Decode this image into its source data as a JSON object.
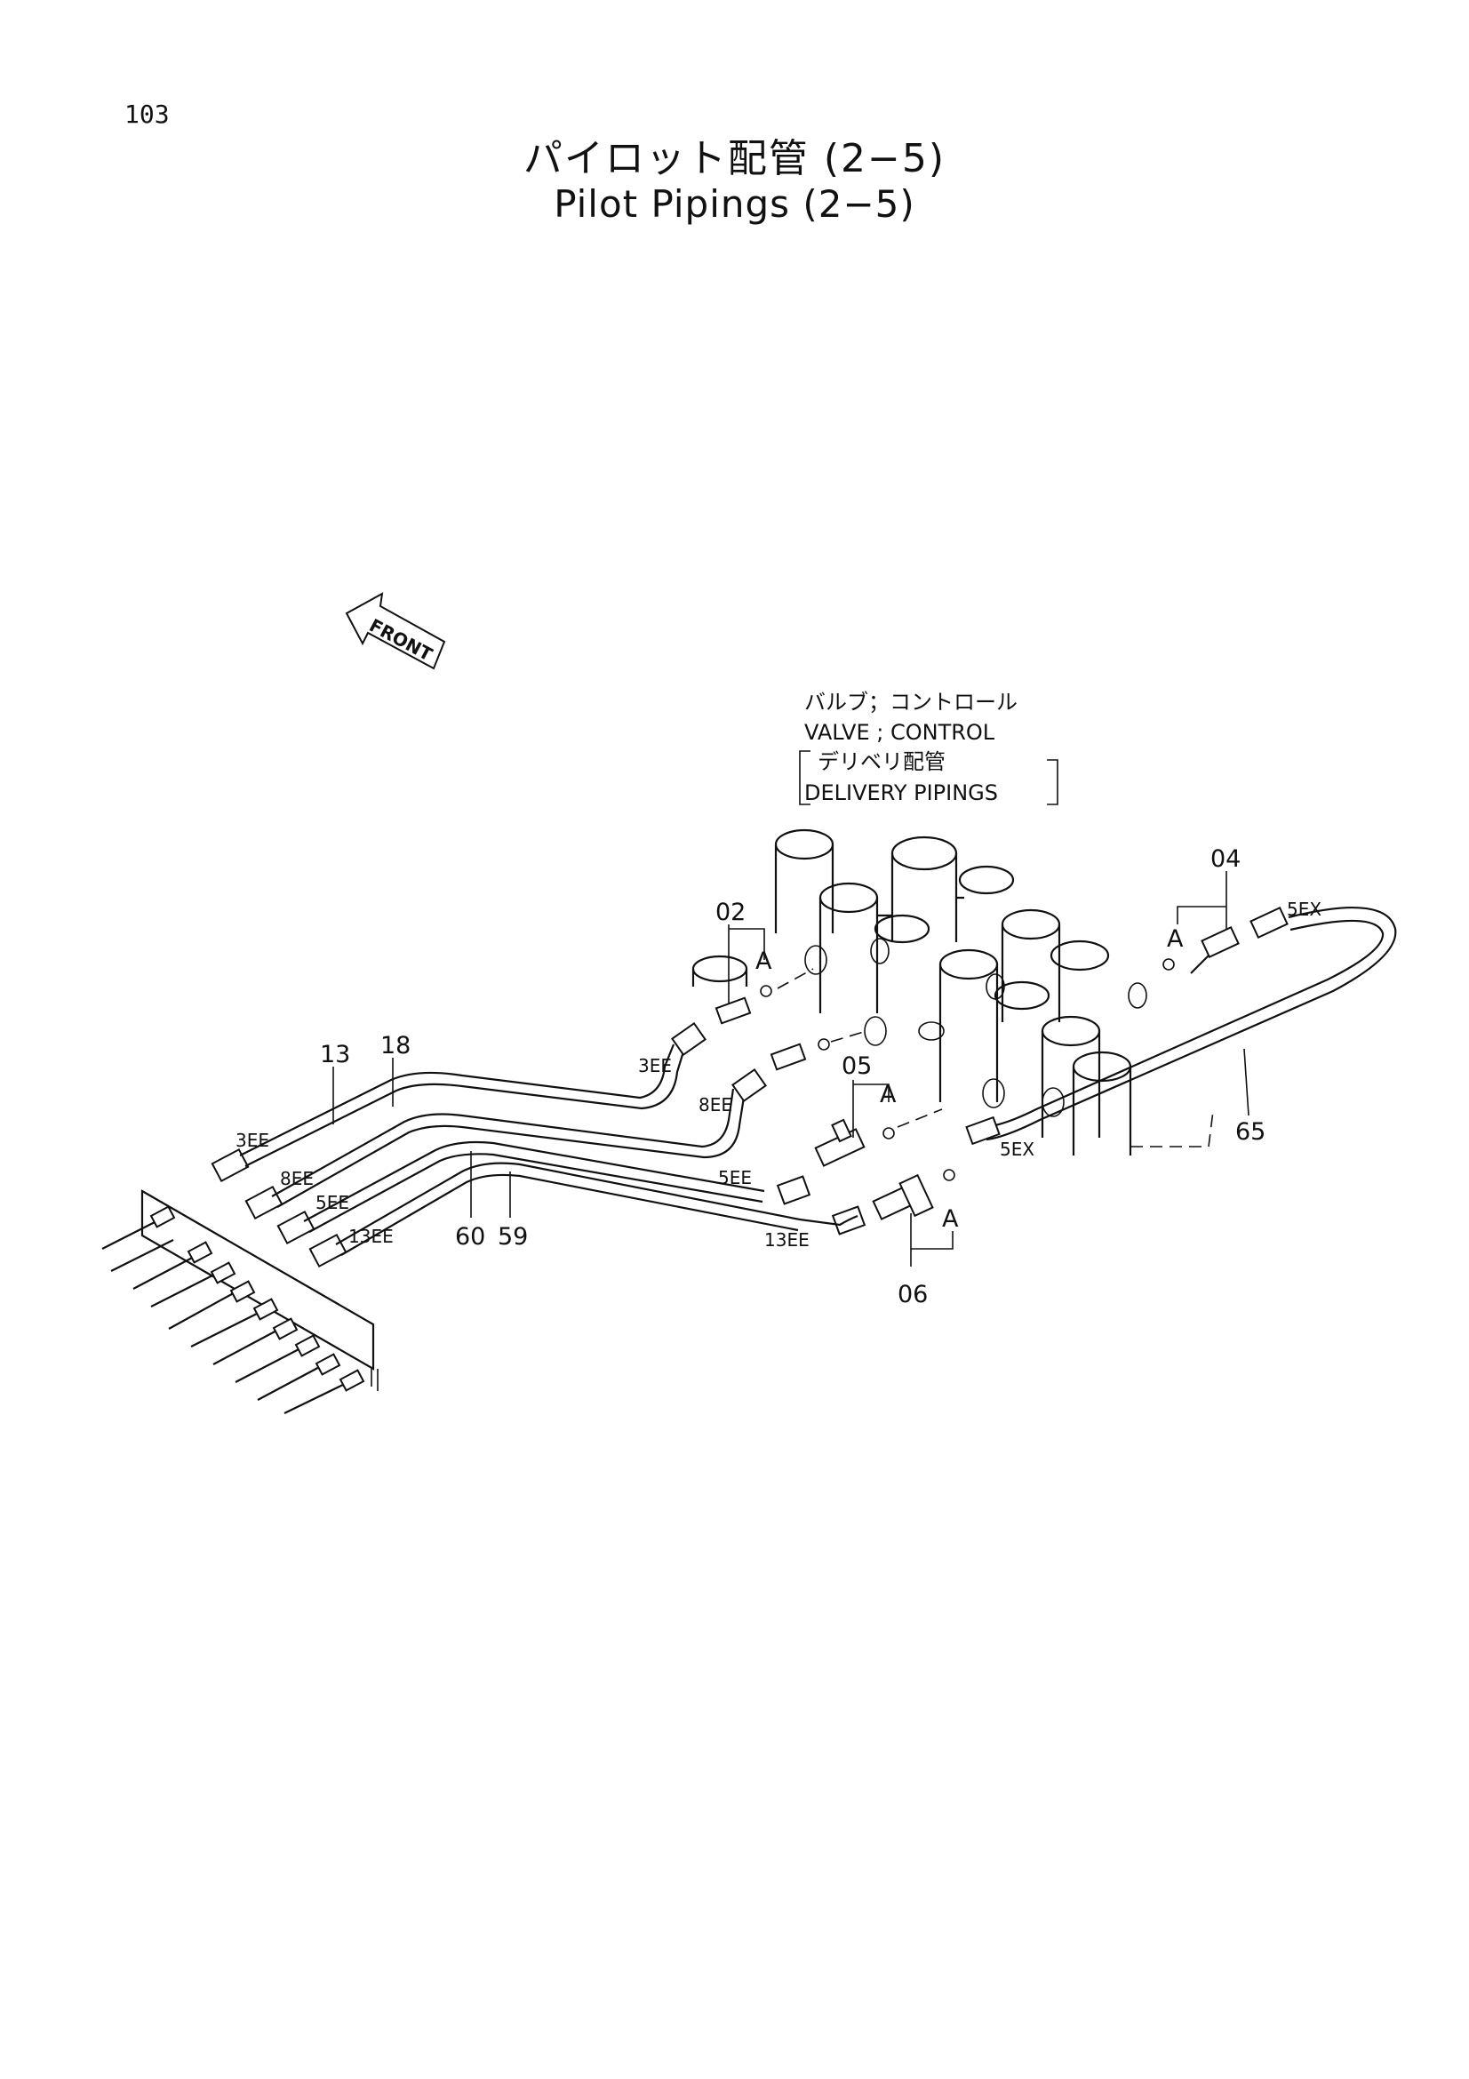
{
  "page_number": "103",
  "title_jp": "パイロット配管 (2−5)",
  "title_en": "Pilot Pipings (2−5)",
  "front_label": "FRONT",
  "valve_note": {
    "line1": "バルブ；コントロール",
    "line2": "VALVE ; CONTROL",
    "line3": "デリベリ配管",
    "line4": "DELIVERY PIPINGS"
  },
  "callouts": {
    "c02": "02",
    "c04": "04",
    "c05": "05",
    "c06": "06",
    "c13": "13",
    "c18": "18",
    "c59": "59",
    "c60": "60",
    "c65": "65",
    "a1": "A",
    "a2": "A",
    "a3": "A",
    "a4": "A"
  },
  "fitting_labels": {
    "l3ee_left": "3EE",
    "l8ee_left": "8EE",
    "l5ee_left": "5EE",
    "l13ee_left": "13EE",
    "l3ee_right": "3EE",
    "l8ee_right": "8EE",
    "l5ee_right": "5EE",
    "l13ee_right": "13EE",
    "l5ex_top": "5EX",
    "l5ex_mid": "5EX"
  }
}
